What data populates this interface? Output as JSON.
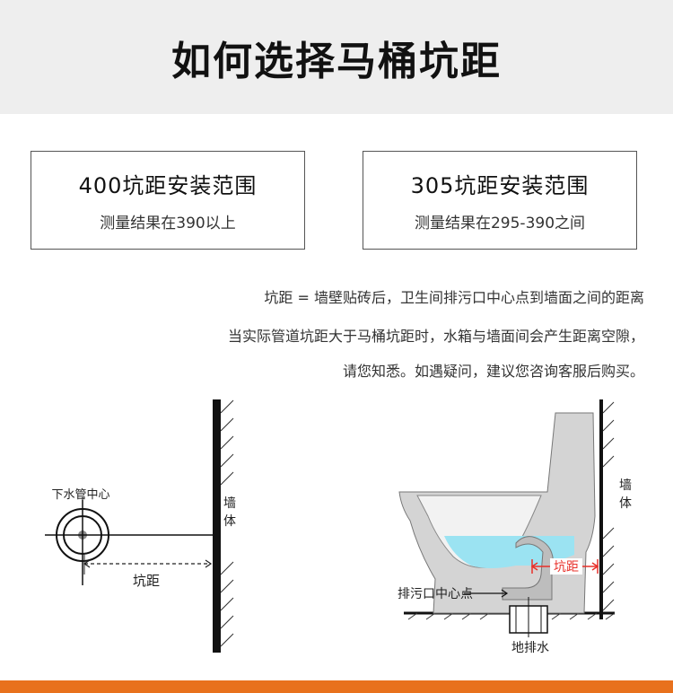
{
  "header": {
    "title": "如何选择马桶坑距"
  },
  "cards": [
    {
      "title": "400坑距安装范围",
      "subtitle": "测量结果在390以上"
    },
    {
      "title": "305坑距安装范围",
      "subtitle": "测量结果在295-390之间"
    }
  ],
  "description": [
    "坑距 = 墙壁贴砖后，卫生间排污口中心点到墙面之间的距离",
    "当实际管道坑距大于马桶坑距时，水箱与墙面间会产生距离空隙，",
    "请您知悉。如遇疑问，建议您咨询客服后购买。"
  ],
  "diagram_left": {
    "pipe_label": "下水管中心",
    "wall_label": "墙体",
    "distance_label": "坑距"
  },
  "diagram_right": {
    "wall_label": "墙体",
    "distance_label": "坑距",
    "outlet_label": "排污口中心点",
    "floor_drain_label": "地排水",
    "accent_color": "#e8302a",
    "water_color": "#9be3f2"
  },
  "colors": {
    "bottom_bar": "#e8711d",
    "header_bg": "#eeeeee"
  }
}
